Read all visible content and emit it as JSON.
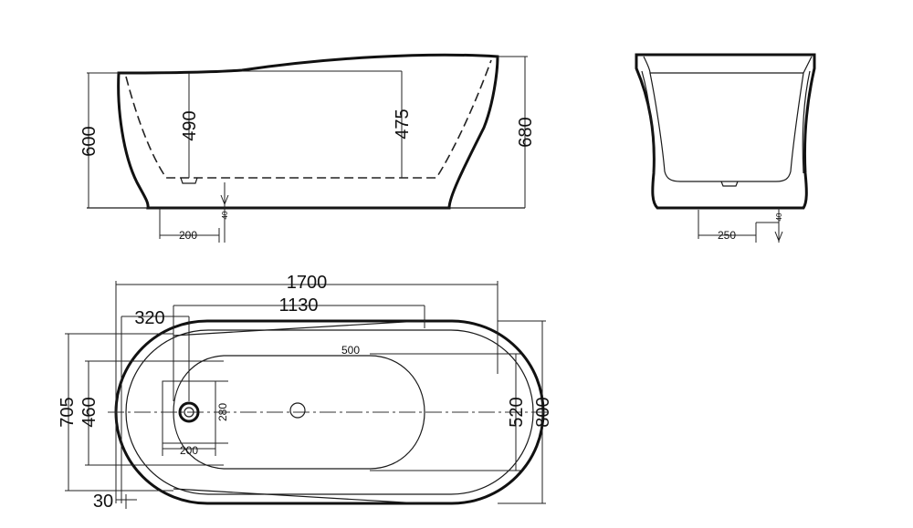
{
  "side_view": {
    "height_outer": "600",
    "depth_left": "490",
    "depth_right": "475",
    "height_total": "680",
    "drain_offset": "200",
    "drain_height": "40"
  },
  "end_view": {
    "drain_offset": "250",
    "drain_height": "40"
  },
  "top_view": {
    "length_total": "1700",
    "length_inner": "1130",
    "offset_left": "320",
    "inner_width_label": "500",
    "width_small": "705",
    "width_inner": "460",
    "width_right_inner": "520",
    "width_total": "800",
    "rim": "30",
    "drain_box_h": "280",
    "drain_box_w": "200"
  }
}
